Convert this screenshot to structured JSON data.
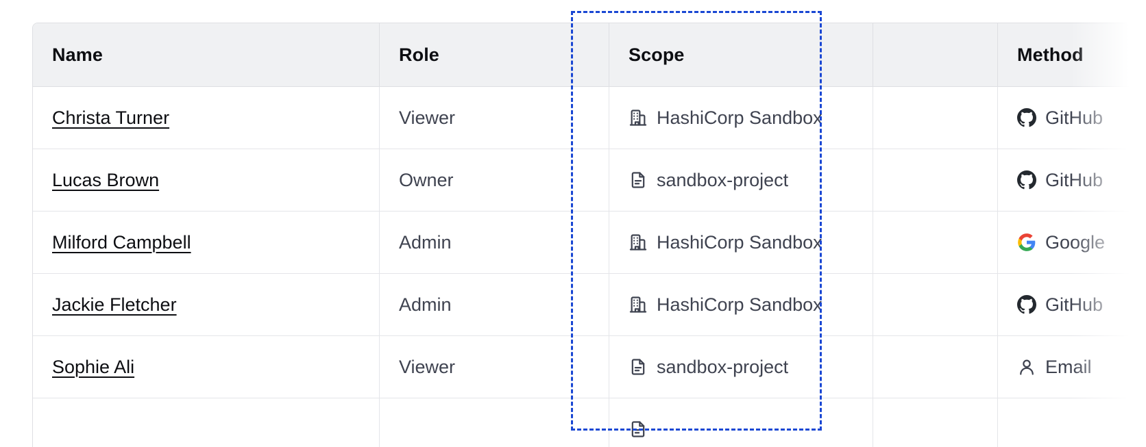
{
  "table": {
    "columns": [
      {
        "key": "name",
        "label": "Name"
      },
      {
        "key": "role",
        "label": "Role"
      },
      {
        "key": "scope",
        "label": "Scope"
      },
      {
        "key": "blank",
        "label": ""
      },
      {
        "key": "method",
        "label": "Method"
      }
    ],
    "rows": [
      {
        "name": "Christa Turner",
        "role": "Viewer",
        "scope": "HashiCorp Sandbox",
        "scope_icon": "organization-icon",
        "method": "GitHub",
        "method_icon": "github-icon"
      },
      {
        "name": "Lucas Brown",
        "role": "Owner",
        "scope": "sandbox-project",
        "scope_icon": "project-document-icon",
        "method": "GitHub",
        "method_icon": "github-icon"
      },
      {
        "name": "Milford Campbell",
        "role": "Admin",
        "scope": "HashiCorp Sandbox",
        "scope_icon": "organization-icon",
        "method": "Google",
        "method_icon": "google-icon"
      },
      {
        "name": "Jackie Fletcher",
        "role": "Admin",
        "scope": "HashiCorp Sandbox",
        "scope_icon": "organization-icon",
        "method": "GitHub",
        "method_icon": "github-icon"
      },
      {
        "name": "Sophie Ali",
        "role": "Viewer",
        "scope": "sandbox-project",
        "scope_icon": "project-document-icon",
        "method": "Email",
        "method_icon": "user-icon"
      },
      {
        "name": "",
        "role": "",
        "scope": "",
        "scope_icon": "project-document-icon",
        "method": "",
        "method_icon": ""
      }
    ]
  },
  "highlight": {
    "target_column": "Scope",
    "style": "dashed-rectangle",
    "color": "#1a47d3"
  },
  "colors": {
    "header_background": "#f0f1f3",
    "header_text": "#0d0e12",
    "body_text": "#3f4350",
    "link_text": "#0d0e12",
    "border": "#e4e5e9",
    "highlight_blue": "#1a47d3",
    "github_black": "#24292f",
    "google_blue": "#4285f4",
    "google_red": "#ea4335",
    "google_yellow": "#fbbc05",
    "google_green": "#34a853"
  }
}
